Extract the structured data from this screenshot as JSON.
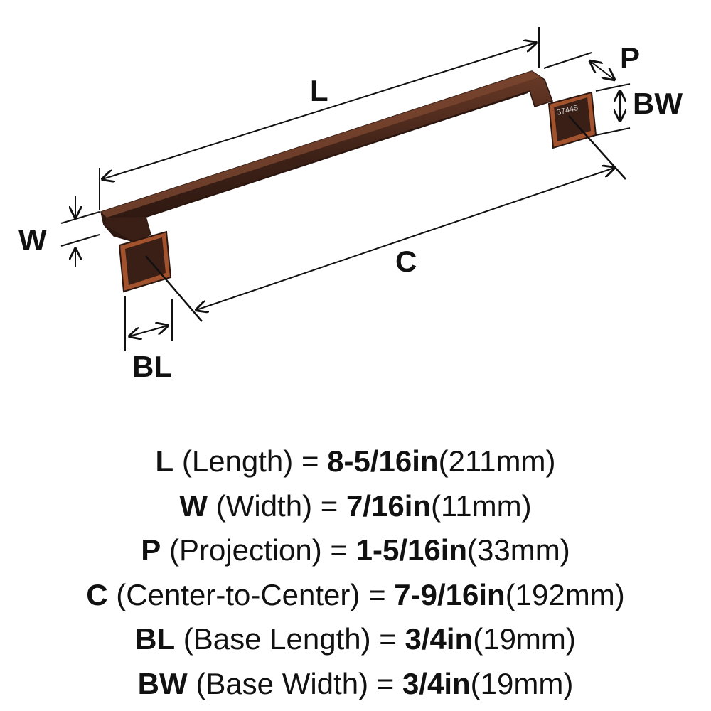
{
  "diagram": {
    "labels": {
      "L": "L",
      "P": "P",
      "BW": "BW",
      "W": "W",
      "C": "C",
      "BL": "BL"
    },
    "part_number": "37445",
    "colors": {
      "finish_dark": "#3a1f16",
      "finish_mid": "#5a3222",
      "copper_edge": "#a2522c",
      "line": "#111111"
    }
  },
  "specs": [
    {
      "abbr": "L",
      "name": "(Length)",
      "eq": "=",
      "value": "8-5/16in",
      "metric": "(211mm)"
    },
    {
      "abbr": "W",
      "name": "(Width)",
      "eq": "=",
      "value": "7/16in",
      "metric": "(11mm)"
    },
    {
      "abbr": "P",
      "name": "(Projection)",
      "eq": "=",
      "value": "1-5/16in",
      "metric": "(33mm)"
    },
    {
      "abbr": "C",
      "name": "(Center-to-Center)",
      "eq": "=",
      "value": "7-9/16in",
      "metric": "(192mm)"
    },
    {
      "abbr": "BL",
      "name": "(Base Length)",
      "eq": "=",
      "value": "3/4in",
      "metric": "(19mm)"
    },
    {
      "abbr": "BW",
      "name": "(Base Width)",
      "eq": "=",
      "value": "3/4in",
      "metric": "(19mm)"
    }
  ]
}
